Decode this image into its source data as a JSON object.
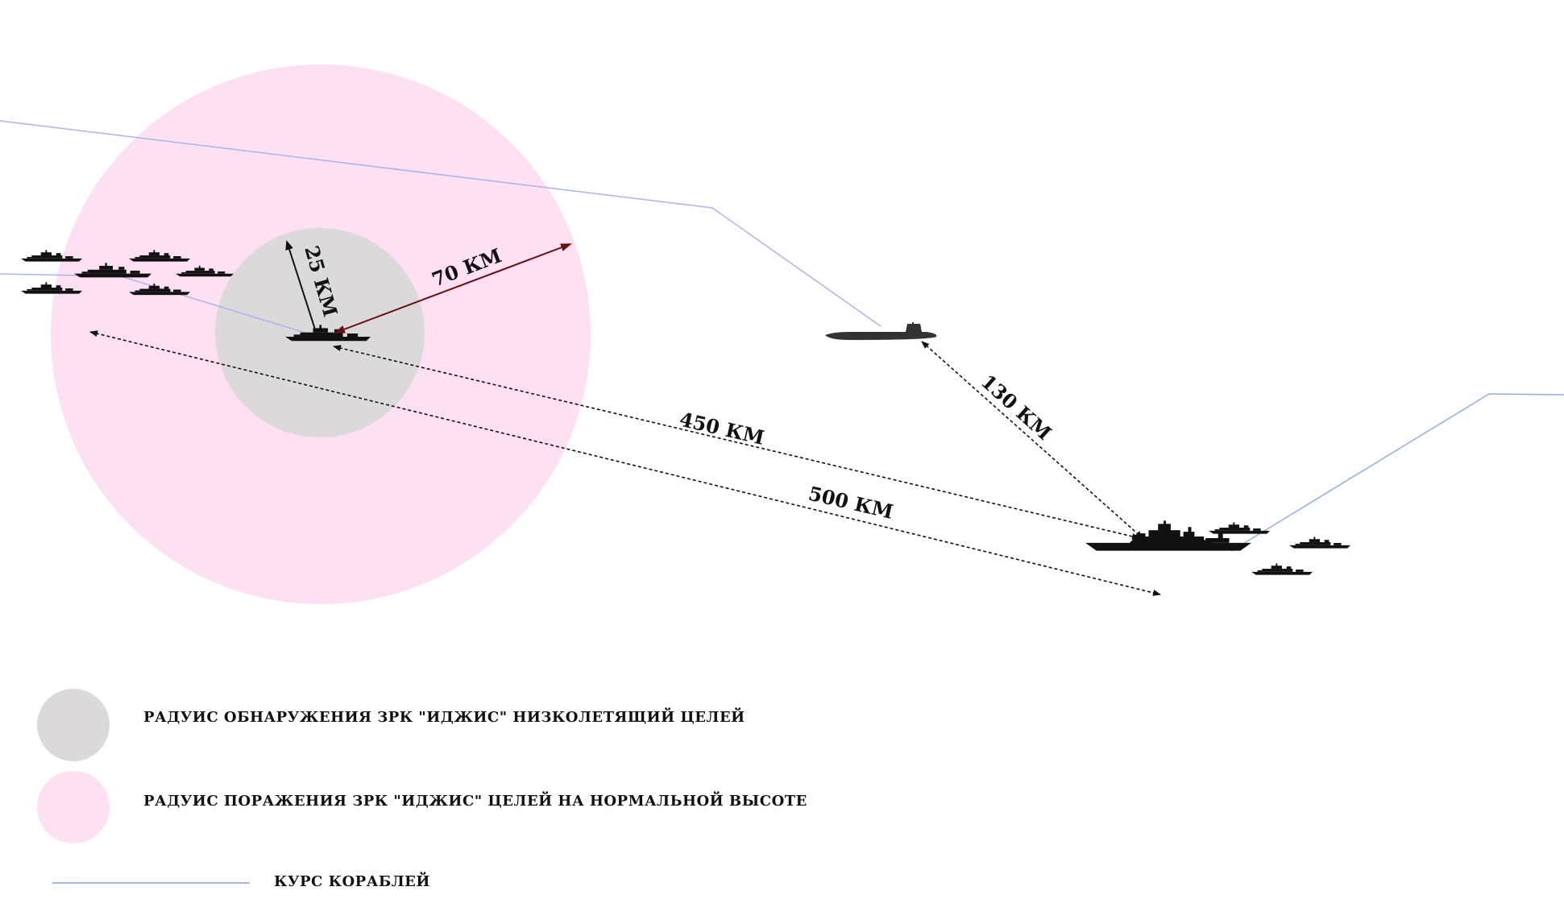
{
  "distances": {
    "d25": "25 КМ",
    "d70": "70 КМ",
    "d130": "130 КМ",
    "d450": "450 КМ",
    "d500": "500 КМ"
  },
  "legend": {
    "detection_radius": "РАДУИС ОБНАРУЖЕНИЯ ЗРК \"ИДЖИС\" НИЗКОЛЕТЯЩИЙ ЦЕЛЕЙ",
    "engagement_radius": "РАДУИС ПОРАЖЕНИЯ ЗРК \"ИДЖИС\"  ЦЕЛЕЙ НА НОРМАЛЬНОЙ ВЫСОТЕ",
    "ship_course": "КУРС КОРАБЛЕЙ"
  },
  "colors": {
    "engagement_zone": "#fde0f1",
    "detection_zone": "#dcd9db",
    "course_line": "#a9b4ec",
    "course_line_right": "#8fb0e4",
    "arrow_70": "#6b1010",
    "silhouette": "#111111"
  },
  "icons": [
    "ship-silhouette",
    "submarine-silhouette"
  ]
}
